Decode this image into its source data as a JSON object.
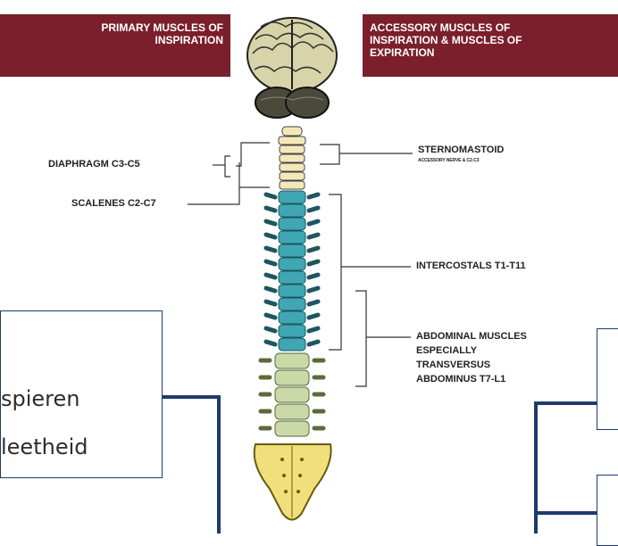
{
  "header_left": "PRIMARY MUSCLES OF INSPIRATION",
  "header_right": "ACCESSORY MUSCLES OF INSPIRATION & MUSCLES OF EXPIRATION",
  "labels": {
    "diaphragm": "DIAPHRAGM C3-C5",
    "scalenes": "SCALENES C2-C7",
    "sternomastoid": "STERNOMASTOID",
    "sternomastoid_sub": "ACCESSORY NERVE & C2-C3",
    "intercostals": "INTERCOSTALS T1-T11",
    "abdominal_1": "ABDOMINAL MUSCLES",
    "abdominal_2": "ESPECIALLY",
    "abdominal_3": "TRANSVERSUS",
    "abdominal_4": "ABDOMINUS T7-L1"
  },
  "overlay_box": {
    "line1": "spieren",
    "line2": "leetheid"
  },
  "colors": {
    "header_bg": "#7a1f2b",
    "cervical": "#f3e9b8",
    "thoracic": "#3fa7b1",
    "lumbar": "#c9d9a7",
    "sacrum": "#f0df7a",
    "box_border": "#1f3a6e"
  }
}
